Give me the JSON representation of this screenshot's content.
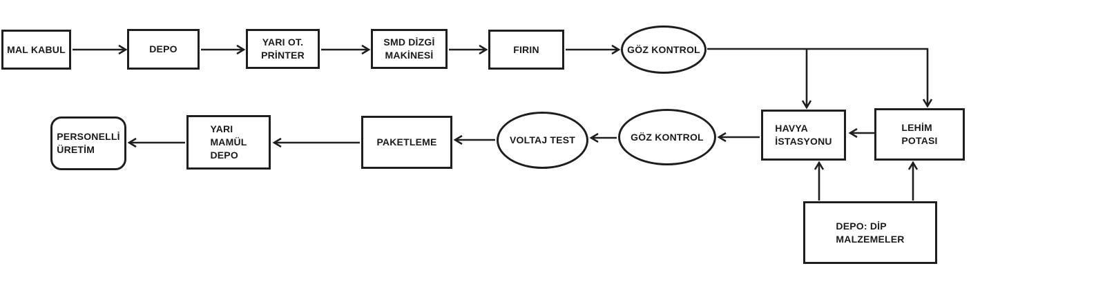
{
  "diagram": {
    "background_color": "#ffffff",
    "ink_color": "#1e1e1e",
    "nodes": [
      {
        "id": "mal-kabul",
        "shape": "rect",
        "label": "MAL KABUL"
      },
      {
        "id": "depo",
        "shape": "rect",
        "label": "DEPO"
      },
      {
        "id": "yari-ot-printer",
        "shape": "rect",
        "label": "YARI OT.\nPRİNTER"
      },
      {
        "id": "smd-dizgi-makinesi",
        "shape": "rect",
        "label": "SMD DİZGİ\nMAKİNESİ"
      },
      {
        "id": "firin",
        "shape": "rect",
        "label": "FIRIN"
      },
      {
        "id": "goz-kontrol-ust",
        "shape": "ellipse",
        "label": "GÖZ KONTROL"
      },
      {
        "id": "havya-istasyonu",
        "shape": "rect",
        "label": "HAVYA\nİSTASYONU"
      },
      {
        "id": "lehim-potasi",
        "shape": "rect",
        "label": "LEHİM\nPOTASI"
      },
      {
        "id": "goz-kontrol-alt",
        "shape": "ellipse",
        "label": "GÖZ KONTROL"
      },
      {
        "id": "voltaj-test",
        "shape": "ellipse",
        "label": "VOLTAJ TEST"
      },
      {
        "id": "paketleme",
        "shape": "rect",
        "label": "PAKETLEME"
      },
      {
        "id": "yari-mamul-depo",
        "shape": "rect",
        "label": "YARI\nMAMÜL\nDEPO"
      },
      {
        "id": "personelli-uretim",
        "shape": "rounded-rect",
        "label": "PERSONELLİ\nÜRETİM"
      },
      {
        "id": "depo-dip-malzemeler",
        "shape": "rect",
        "label": "DEPO: DİP\nMALZEMELER"
      }
    ],
    "edges": [
      {
        "from": "mal-kabul",
        "to": "depo"
      },
      {
        "from": "depo",
        "to": "yari-ot-printer"
      },
      {
        "from": "yari-ot-printer",
        "to": "smd-dizgi-makinesi"
      },
      {
        "from": "smd-dizgi-makinesi",
        "to": "firin"
      },
      {
        "from": "firin",
        "to": "goz-kontrol-ust"
      },
      {
        "from": "goz-kontrol-ust",
        "to": "havya-istasyonu"
      },
      {
        "from": "goz-kontrol-ust",
        "to": "lehim-potasi"
      },
      {
        "from": "lehim-potasi",
        "to": "havya-istasyonu"
      },
      {
        "from": "havya-istasyonu",
        "to": "goz-kontrol-alt"
      },
      {
        "from": "goz-kontrol-alt",
        "to": "voltaj-test"
      },
      {
        "from": "voltaj-test",
        "to": "paketleme"
      },
      {
        "from": "paketleme",
        "to": "yari-mamul-depo"
      },
      {
        "from": "yari-mamul-depo",
        "to": "personelli-uretim"
      },
      {
        "from": "depo-dip-malzemeler",
        "to": "havya-istasyonu"
      },
      {
        "from": "depo-dip-malzemeler",
        "to": "lehim-potasi"
      }
    ]
  }
}
